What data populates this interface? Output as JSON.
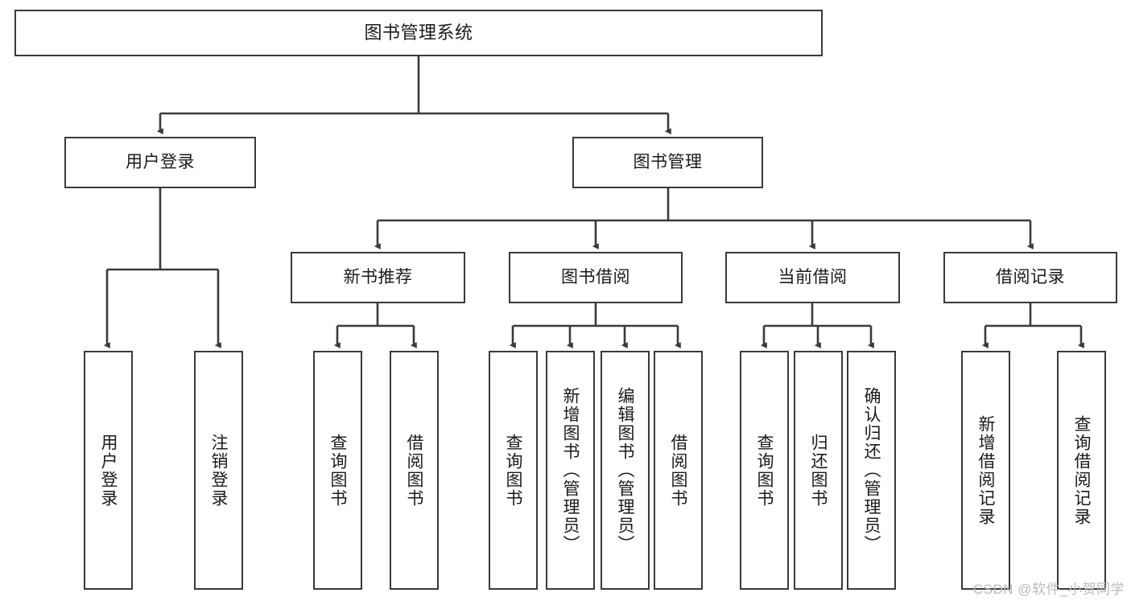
{
  "diagram": {
    "title": "图书管理系统",
    "watermark": "CSDN @软件_小贺同学",
    "type": "tree",
    "orientation": "top-down",
    "style": {
      "box_border": "#3a3a3a",
      "box_fill": "#ffffff",
      "edge_color": "#3a3a3a",
      "text_color": "#1a1a1a",
      "background": "#ffffff"
    },
    "nodes": {
      "root": {
        "label": "图书管理系统",
        "level": 1
      },
      "user_login": {
        "label": "用户登录",
        "level": 2
      },
      "book_manage": {
        "label": "图书管理",
        "level": 2
      },
      "new_book_rec": {
        "label": "新书推荐",
        "level": 3
      },
      "book_borrow": {
        "label": "图书借阅",
        "level": 3
      },
      "current_borrow": {
        "label": "当前借阅",
        "level": 3
      },
      "borrow_record": {
        "label": "借阅记录",
        "level": 3
      },
      "leaf_user_login": {
        "label": "用户登录",
        "level": 4
      },
      "leaf_logout": {
        "label": "注销登录",
        "level": 4
      },
      "leaf_query_book_a": {
        "label": "查询图书",
        "level": 4
      },
      "leaf_borrow_book_a": {
        "label": "借阅图书",
        "level": 4
      },
      "leaf_query_book_b": {
        "label": "查询图书",
        "level": 4
      },
      "leaf_add_book": {
        "label": "新增图书（管理员）",
        "level": 4
      },
      "leaf_edit_book": {
        "label": "编辑图书（管理员）",
        "level": 4
      },
      "leaf_borrow_book_b": {
        "label": "借阅图书",
        "level": 4
      },
      "leaf_query_book_c": {
        "label": "查询图书",
        "level": 4
      },
      "leaf_return_book": {
        "label": "归还图书",
        "level": 4
      },
      "leaf_confirm_return": {
        "label": "确认归还（管理员）",
        "level": 4
      },
      "leaf_add_record": {
        "label": "新增借阅记录",
        "level": 4
      },
      "leaf_query_record": {
        "label": "查询借阅记录",
        "level": 4
      }
    },
    "edges": [
      {
        "from": "root",
        "to": "user_login"
      },
      {
        "from": "root",
        "to": "book_manage"
      },
      {
        "from": "user_login",
        "to": "leaf_user_login"
      },
      {
        "from": "user_login",
        "to": "leaf_logout"
      },
      {
        "from": "book_manage",
        "to": "new_book_rec"
      },
      {
        "from": "book_manage",
        "to": "book_borrow"
      },
      {
        "from": "book_manage",
        "to": "current_borrow"
      },
      {
        "from": "book_manage",
        "to": "borrow_record"
      },
      {
        "from": "new_book_rec",
        "to": "leaf_query_book_a"
      },
      {
        "from": "new_book_rec",
        "to": "leaf_borrow_book_a"
      },
      {
        "from": "book_borrow",
        "to": "leaf_query_book_b"
      },
      {
        "from": "book_borrow",
        "to": "leaf_add_book"
      },
      {
        "from": "book_borrow",
        "to": "leaf_edit_book"
      },
      {
        "from": "book_borrow",
        "to": "leaf_borrow_book_b"
      },
      {
        "from": "current_borrow",
        "to": "leaf_query_book_c"
      },
      {
        "from": "current_borrow",
        "to": "leaf_return_book"
      },
      {
        "from": "current_borrow",
        "to": "leaf_confirm_return"
      },
      {
        "from": "borrow_record",
        "to": "leaf_add_record"
      },
      {
        "from": "borrow_record",
        "to": "leaf_query_record"
      }
    ]
  }
}
